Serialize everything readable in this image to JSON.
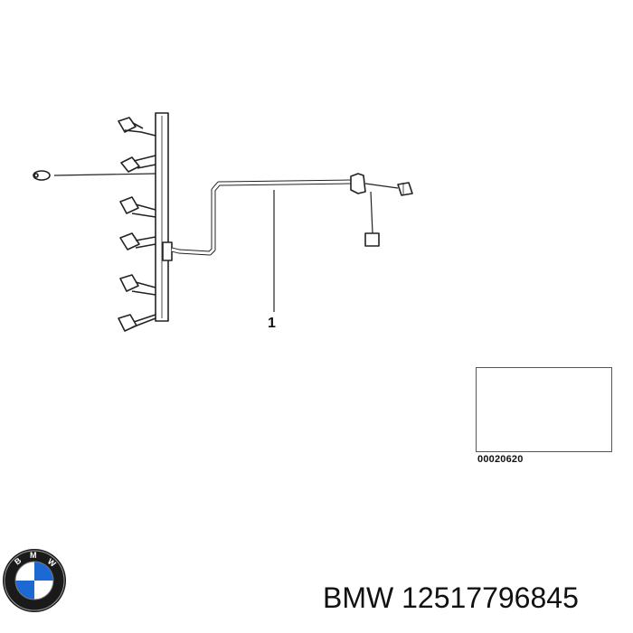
{
  "diagram": {
    "part_number_callout": "1",
    "thumbnail_code": "00020620"
  },
  "caption": {
    "brand": "BMW",
    "part_number": "12517796845"
  },
  "logo": {
    "name": "bmw-roundel",
    "lettering": "BMW",
    "colors": {
      "blue": "#1c69d4",
      "white": "#ffffff",
      "ring": "#1a1a1a"
    }
  },
  "icons": [
    "wiring-harness-icon",
    "car-thumbnail-icon",
    "bmw-logo-icon"
  ]
}
